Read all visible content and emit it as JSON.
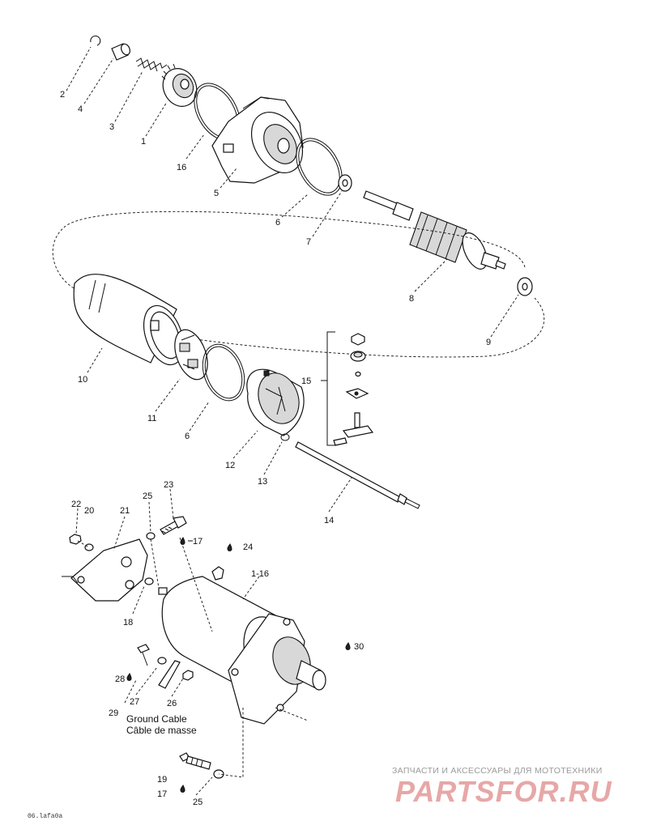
{
  "callouts": {
    "c1": "1",
    "c2": "2",
    "c3": "3",
    "c4": "4",
    "c5": "5",
    "c6a": "6",
    "c6b": "6",
    "c7": "7",
    "c8": "8",
    "c9": "9",
    "c10": "10",
    "c11": "11",
    "c12": "12",
    "c13": "13",
    "c14": "14",
    "c15": "15",
    "c16": "16",
    "c17a": "17",
    "c17b": "17",
    "c18": "18",
    "c19": "19",
    "c20": "20",
    "c21": "21",
    "c22": "22",
    "c23": "23",
    "c24": "24",
    "c25a": "25",
    "c25b": "25",
    "c26": "26",
    "c27": "27",
    "c28": "28",
    "c29": "29",
    "c30": "30",
    "c1_16": "1-16"
  },
  "ground_cable": {
    "label_en": "Ground Cable",
    "label_fr": "Câble de masse"
  },
  "drawing_code": "06.lafa0a",
  "watermark": {
    "tagline": "ЗАПЧАСТИ И АКСЕССУАРЫ ДЛЯ МОТОТЕХНИКИ",
    "logo": "PARTSFOR.RU",
    "color": "#e7a7a7"
  },
  "icons": [
    "loctite-drop-icon"
  ]
}
